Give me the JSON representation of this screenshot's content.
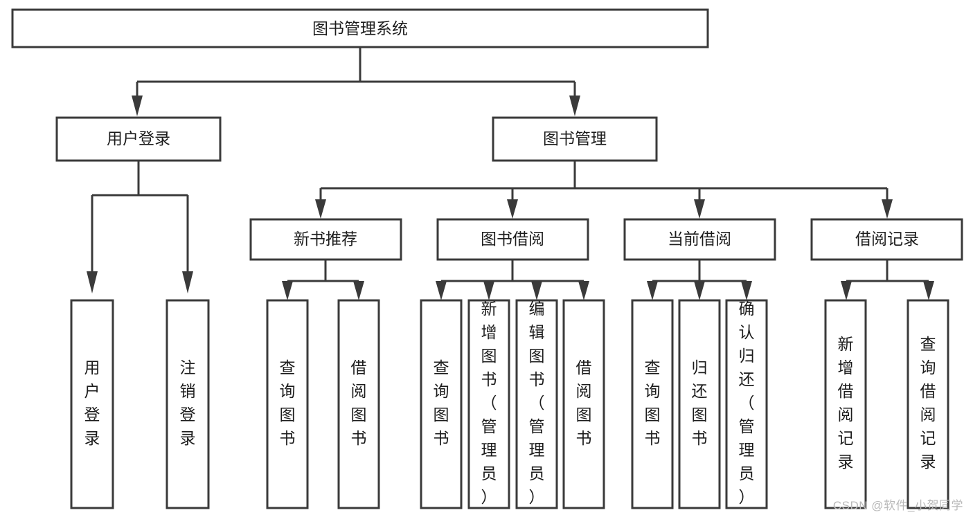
{
  "diagram": {
    "title": "图书管理系统",
    "type": "tree",
    "watermark": "CSDN @软件_小贺同学",
    "colors": {
      "stroke": "#3a3a3a",
      "fill": "#ffffff",
      "text": "#1c1c1c",
      "watermark": "#b9b9b9",
      "background": "#ffffff"
    },
    "levels": [
      {
        "level": 1,
        "nodes": [
          {
            "id": "root",
            "label": "图书管理系统",
            "orientation": "horizontal"
          }
        ]
      },
      {
        "level": 2,
        "nodes": [
          {
            "id": "login",
            "label": "用户登录",
            "orientation": "horizontal",
            "parent": "root"
          },
          {
            "id": "bookmgmt",
            "label": "图书管理",
            "orientation": "horizontal",
            "parent": "root"
          }
        ]
      },
      {
        "level": 3,
        "nodes": [
          {
            "id": "newbook",
            "label": "新书推荐",
            "orientation": "horizontal",
            "parent": "bookmgmt"
          },
          {
            "id": "borrow",
            "label": "图书借阅",
            "orientation": "horizontal",
            "parent": "bookmgmt"
          },
          {
            "id": "current",
            "label": "当前借阅",
            "orientation": "horizontal",
            "parent": "bookmgmt"
          },
          {
            "id": "records",
            "label": "借阅记录",
            "orientation": "horizontal",
            "parent": "bookmgmt"
          }
        ]
      },
      {
        "level": 4,
        "nodes": [
          {
            "id": "leaf-user-login",
            "label": "用户登录",
            "orientation": "vertical",
            "parent": "login"
          },
          {
            "id": "leaf-user-logout",
            "label": "注销登录",
            "orientation": "vertical",
            "parent": "login"
          },
          {
            "id": "leaf-newbook-query",
            "label": "查询图书",
            "orientation": "vertical",
            "parent": "newbook"
          },
          {
            "id": "leaf-newbook-borrow",
            "label": "借阅图书",
            "orientation": "vertical",
            "parent": "newbook"
          },
          {
            "id": "leaf-borrow-query",
            "label": "查询图书",
            "orientation": "vertical",
            "parent": "borrow"
          },
          {
            "id": "leaf-borrow-add",
            "label": "新增图书（管理员）",
            "orientation": "vertical",
            "parent": "borrow"
          },
          {
            "id": "leaf-borrow-edit",
            "label": "编辑图书（管理员）",
            "orientation": "vertical",
            "parent": "borrow"
          },
          {
            "id": "leaf-borrow-lend",
            "label": "借阅图书",
            "orientation": "vertical",
            "parent": "borrow"
          },
          {
            "id": "leaf-current-query",
            "label": "查询图书",
            "orientation": "vertical",
            "parent": "current"
          },
          {
            "id": "leaf-current-return",
            "label": "归还图书",
            "orientation": "vertical",
            "parent": "current"
          },
          {
            "id": "leaf-current-confirm",
            "label": "确认归还（管理员）",
            "orientation": "vertical",
            "parent": "current"
          },
          {
            "id": "leaf-records-add",
            "label": "新增借阅记录",
            "orientation": "vertical",
            "parent": "records"
          },
          {
            "id": "leaf-records-query",
            "label": "查询借阅记录",
            "orientation": "vertical",
            "parent": "records"
          }
        ]
      }
    ]
  }
}
